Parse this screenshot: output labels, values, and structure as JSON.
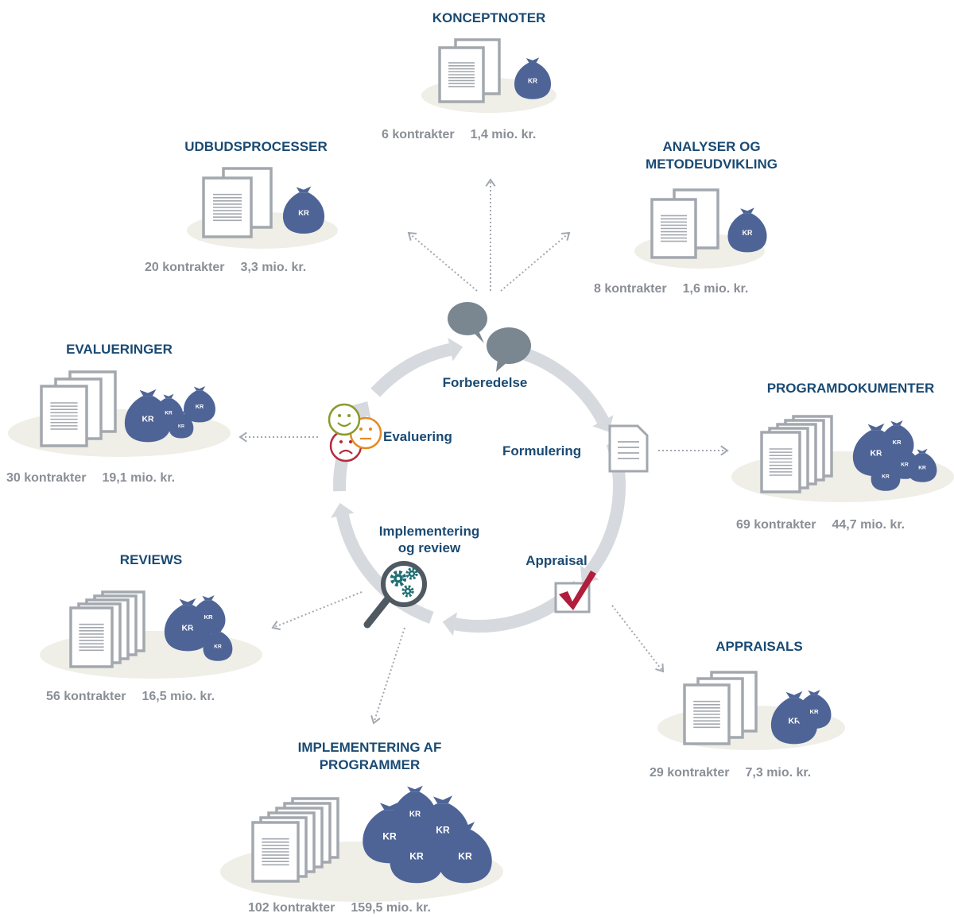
{
  "colors": {
    "title": "#1a4a73",
    "stat": "#8a8f96",
    "bag": "#4e6496",
    "paper_stroke": "#a3a8af",
    "shadow": "#efeee7",
    "cycle": "#d6d9de",
    "arrow": "#a3a8af",
    "bubble": "#7a8690",
    "check": "#b01e3c",
    "gear": "#1f6f73"
  },
  "bag_text": "KR",
  "cycle": {
    "forberedelse": "Forberedelse",
    "formulering": "Formulering",
    "appraisal": "Appraisal",
    "implementering": [
      "Implementering",
      "og review"
    ],
    "evaluering": "Evaluering"
  },
  "categories": [
    {
      "id": "konceptnoter",
      "title": [
        "KONCEPTNOTER"
      ],
      "contracts": "6 kontrakter",
      "amount": "1,4 mio. kr."
    },
    {
      "id": "udbudsprocesser",
      "title": [
        "UDBUDSPROCESSER"
      ],
      "contracts": "20 kontrakter",
      "amount": "3,3 mio. kr."
    },
    {
      "id": "analyser",
      "title": [
        "ANALYSER OG",
        "METODEUDVIKLING"
      ],
      "contracts": "8 kontrakter",
      "amount": "1,6 mio. kr."
    },
    {
      "id": "evalueringer",
      "title": [
        "EVALUERINGER"
      ],
      "contracts": "30 kontrakter",
      "amount": "19,1 mio. kr."
    },
    {
      "id": "programdokumenter",
      "title": [
        "PROGRAMDOKUMENTER"
      ],
      "contracts": "69 kontrakter",
      "amount": "44,7 mio. kr."
    },
    {
      "id": "reviews",
      "title": [
        "REVIEWS"
      ],
      "contracts": "56 kontrakter",
      "amount": "16,5 mio. kr."
    },
    {
      "id": "appraisals",
      "title": [
        "APPRAISALS"
      ],
      "contracts": "29 kontrakter",
      "amount": "7,3 mio. kr."
    },
    {
      "id": "implementering",
      "title": [
        "IMPLEMENTERING AF",
        "PROGRAMMER"
      ],
      "contracts": "102 kontrakter",
      "amount": "159,5 mio. kr."
    }
  ]
}
